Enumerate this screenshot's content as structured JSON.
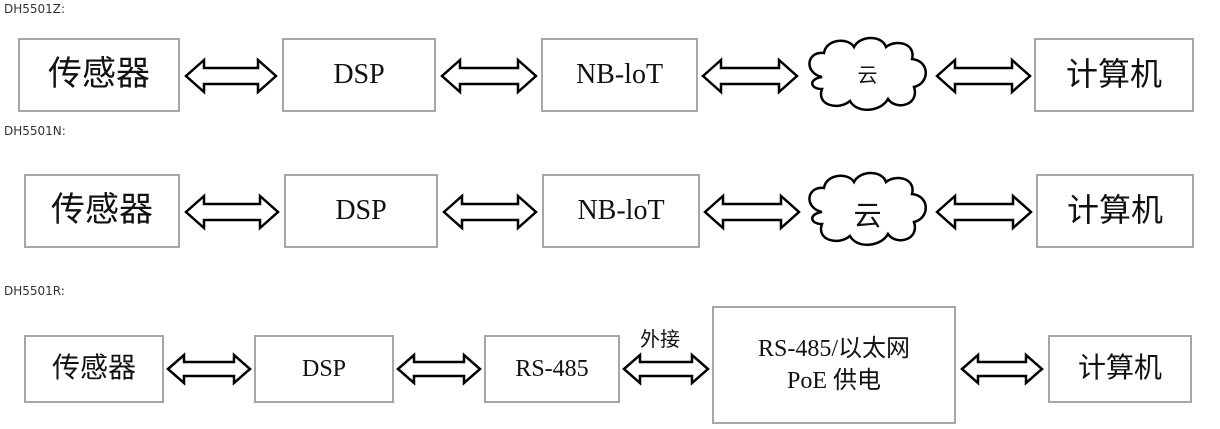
{
  "rows": [
    {
      "title": "DH5501Z:",
      "sensor": "传感器",
      "dsp": "DSP",
      "nbiot": "NB-loT",
      "cloud": "云",
      "computer": "计算机"
    },
    {
      "title": "DH5501N:",
      "sensor": "传感器",
      "dsp": "DSP",
      "nbiot": "NB-loT",
      "cloud": "云",
      "computer": "计算机"
    },
    {
      "title": "DH5501R:",
      "sensor": "传感器",
      "dsp": "DSP",
      "rs485": "RS-485",
      "external": "外接",
      "converter_line1": "RS-485/以太网",
      "converter_line2": "PoE 供电",
      "computer": "计算机"
    }
  ],
  "colors": {
    "box_border": "#a6a6a6",
    "arrow_stroke": "#000000",
    "text": "#111111"
  }
}
